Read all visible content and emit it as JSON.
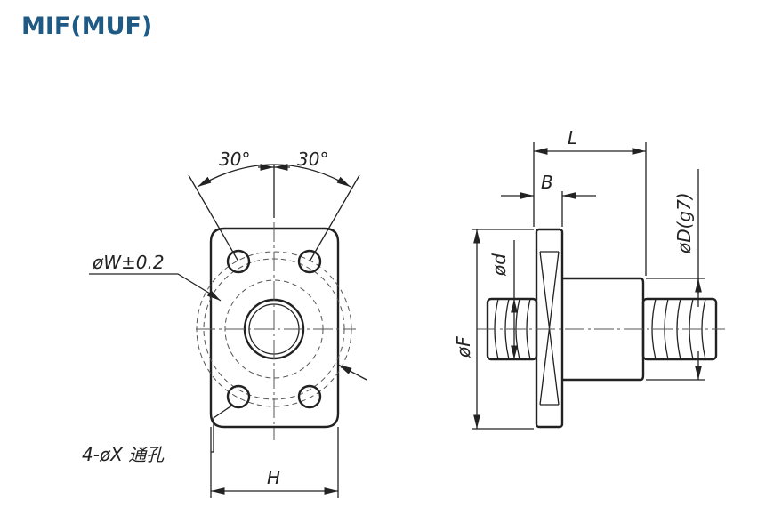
{
  "title": "MIF(MUF)",
  "front_view": {
    "angle_left": "30°",
    "angle_right": "30°",
    "pcd_label": "øW±0.2",
    "holes_label": "4-øX 通孔",
    "width_label": "H"
  },
  "side_view": {
    "length_label": "L",
    "flange_label": "B",
    "screw_dia_label": "ød",
    "flange_dia_label": "øF",
    "body_dia_label": "øD(g7)"
  },
  "colors": {
    "title": "#1f5a85",
    "lines": "#222222"
  }
}
